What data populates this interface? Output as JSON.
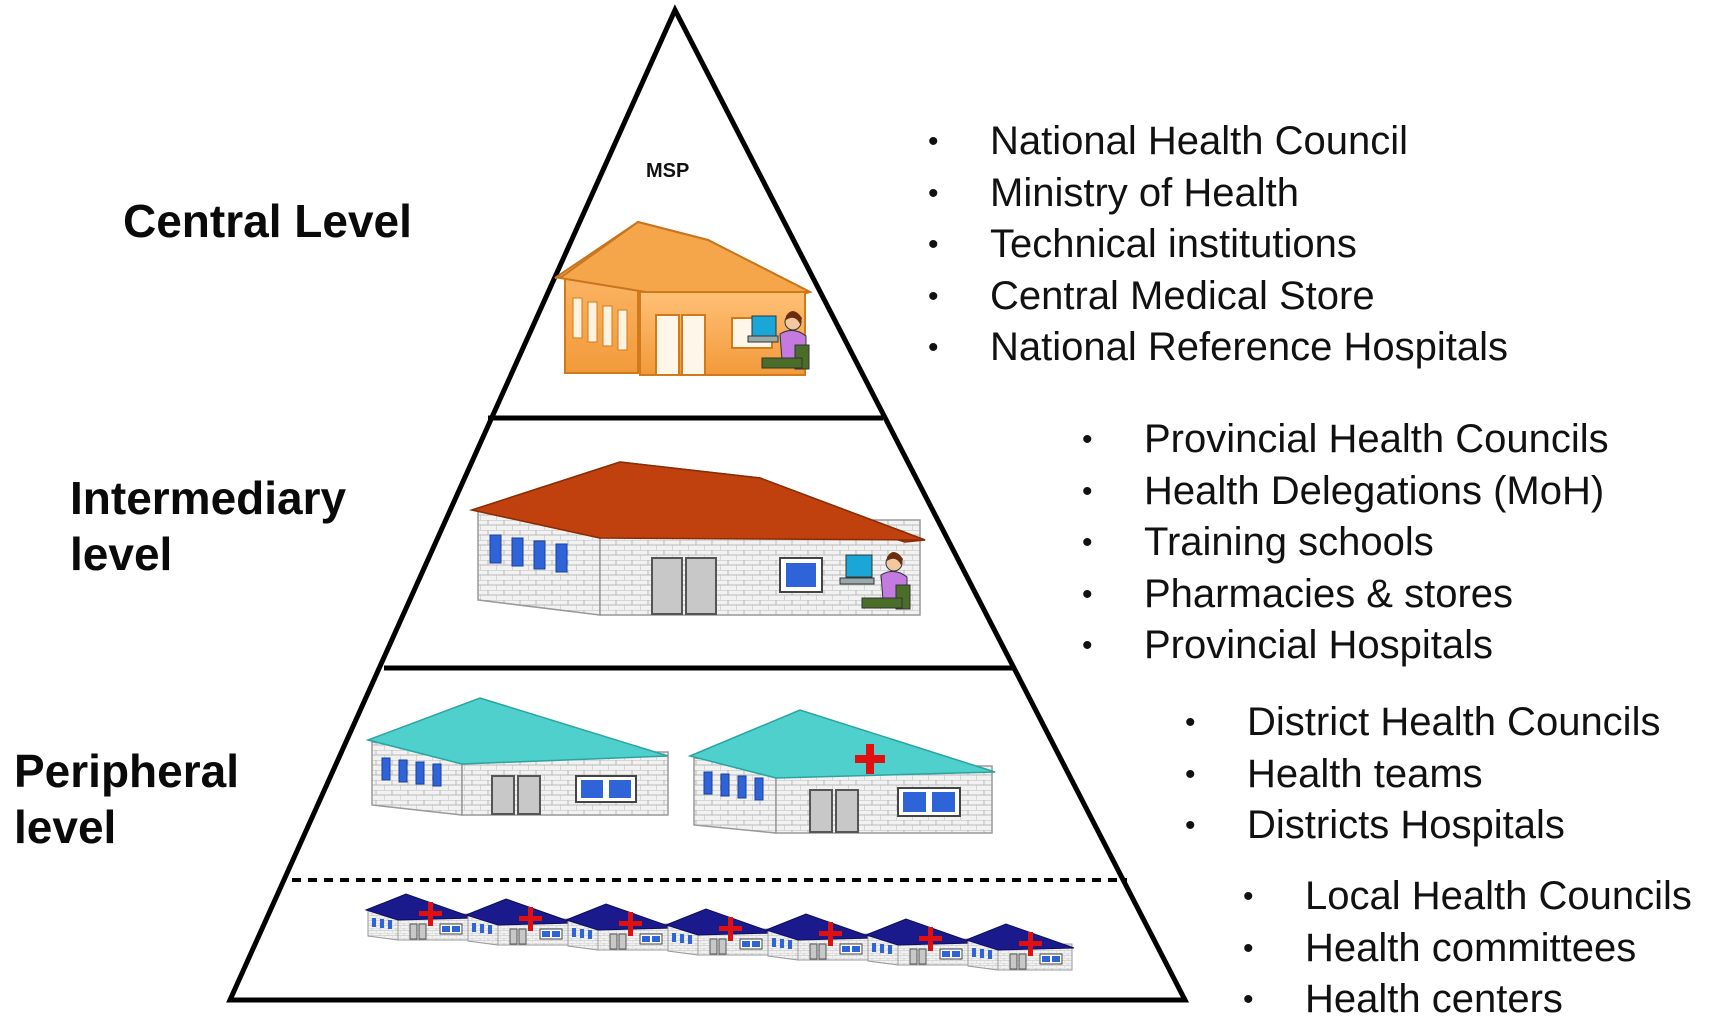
{
  "labels": {
    "central": "Central Level",
    "intermediary_line1": "Intermediary",
    "intermediary_line2": "level",
    "peripheral_line1": "Peripheral",
    "peripheral_line2": "level",
    "msp": "MSP"
  },
  "lists": {
    "central": [
      "National Health Council",
      "Ministry of Health",
      "Technical institutions",
      "Central Medical Store",
      "National Reference Hospitals"
    ],
    "intermediary": [
      "Provincial Health Councils",
      "Health Delegations (MoH)",
      "Training schools",
      "Pharmacies & stores",
      "Provincial Hospitals"
    ],
    "district": [
      "District Health Councils",
      "Health teams",
      "Districts Hospitals"
    ],
    "local": [
      "Local Health Councils",
      "Health committees",
      "Health centers"
    ]
  },
  "colors": {
    "central_building": "#f5a64a",
    "intermediary_roof": "#c0410e",
    "district_roof": "#4fd0cc",
    "local_roof": "#1a1a8c",
    "cross": "#e01010",
    "window": "#2f63d8"
  },
  "icons": {
    "bullet": "•"
  }
}
